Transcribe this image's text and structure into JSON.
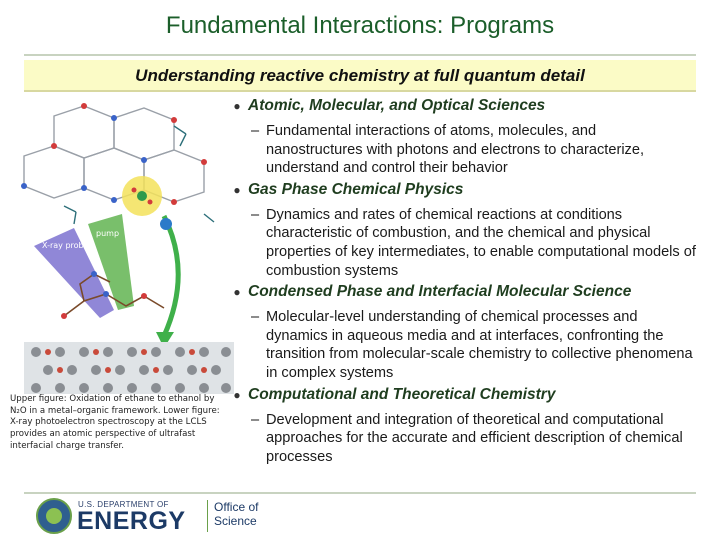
{
  "slide": {
    "title": "Fundamental Interactions: Programs",
    "banner": "Understanding reactive chemistry at full quantum detail",
    "caption": "Upper figure: Oxidation of ethane to ethanol by N₂O in a metal–organic framework. Lower figure: X-ray photoelectron spectroscopy at the LCLS provides an atomic perspective of ultrafast interfacial charge transfer.",
    "figure_labels": {
      "probe": "X-ray probe",
      "pump": "pump"
    },
    "bullets": [
      {
        "heading": "Atomic, Molecular, and Optical Sciences",
        "sub": "Fundamental interactions of atoms, molecules, and nanostructures with photons and electrons to characterize, understand and control their behavior"
      },
      {
        "heading": "Gas Phase Chemical Physics",
        "sub": "Dynamics and rates of chemical reactions at conditions characteristic of combustion, and the chemical and physical properties of key intermediates, to enable computational models of combustion systems"
      },
      {
        "heading": "Condensed Phase and Interfacial Molecular Science",
        "sub": "Molecular-level understanding of chemical processes and dynamics in aqueous media and at interfaces, confronting the transition from molecular-scale chemistry to collective phenomena in complex systems"
      },
      {
        "heading": "Computational and Theoretical Chemistry",
        "sub": "Development and integration of theoretical and computational approaches for the accurate and efficient description of chemical processes"
      }
    ],
    "logo": {
      "dept": "U.S. DEPARTMENT OF",
      "energy": "ENERGY",
      "office_line1": "Office of",
      "office_line2": "Science"
    },
    "bullet_glyph": "●",
    "dash_glyph": "–"
  }
}
